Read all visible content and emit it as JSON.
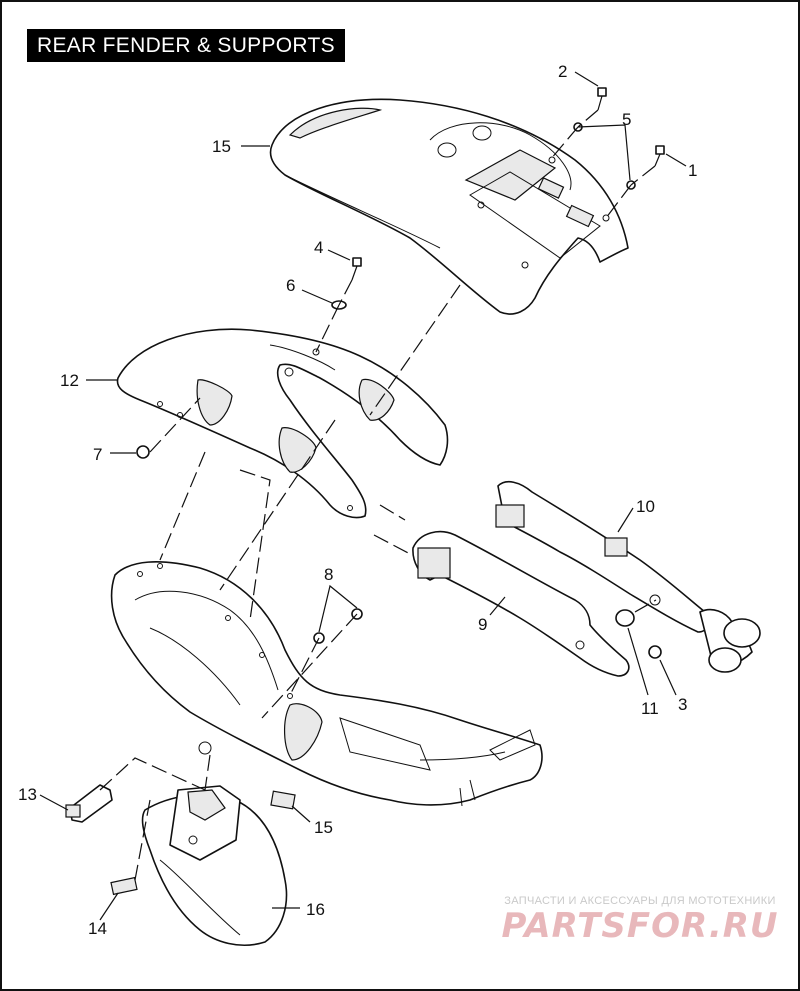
{
  "diagram": {
    "title": "REAR FENDER & SUPPORTS",
    "callouts": [
      {
        "id": "c1",
        "label": "1"
      },
      {
        "id": "c2",
        "label": "2"
      },
      {
        "id": "c3",
        "label": "3"
      },
      {
        "id": "c4",
        "label": "4"
      },
      {
        "id": "c5",
        "label": "5"
      },
      {
        "id": "c6",
        "label": "6"
      },
      {
        "id": "c7",
        "label": "7"
      },
      {
        "id": "c8",
        "label": "8"
      },
      {
        "id": "c9",
        "label": "9"
      },
      {
        "id": "c10",
        "label": "10"
      },
      {
        "id": "c11",
        "label": "11"
      },
      {
        "id": "c12",
        "label": "12"
      },
      {
        "id": "c13",
        "label": "13"
      },
      {
        "id": "c14",
        "label": "14"
      },
      {
        "id": "c15a",
        "label": "15"
      },
      {
        "id": "c15b",
        "label": "15"
      },
      {
        "id": "c16",
        "label": "16"
      }
    ]
  },
  "watermark": {
    "tagline": "ЗАПЧАСТИ И АКСЕССУАРЫ ДЛЯ МОТОТЕХНИКИ",
    "brand": "PARTSFOR.RU"
  },
  "colors": {
    "line": "#111111",
    "background": "#ffffff",
    "title_bar": "#000000",
    "watermark_brand": "#e8b8bb"
  }
}
